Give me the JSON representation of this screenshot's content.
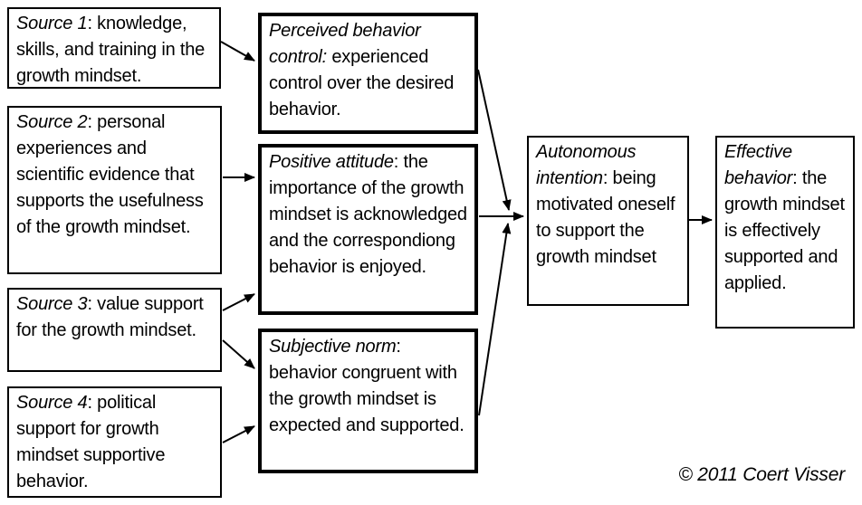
{
  "figure": {
    "boxes": {
      "source1": {
        "lead": "Source 1",
        "rest": ": knowledge, skills, and training in the growth mindset."
      },
      "source2": {
        "lead": "Source 2",
        "rest": ": personal experiences and scientific evidence that supports the usefulness of the growth mindset."
      },
      "source3": {
        "lead": "Source 3",
        "rest": ": value support for the growth mindset."
      },
      "source4": {
        "lead": "Source 4",
        "rest": ": political support for growth mindset supportive behavior."
      },
      "perceived_behavior_control": {
        "lead": "Perceived behavior control:",
        "rest": " experienced control over the desired behavior."
      },
      "positive_attitude": {
        "lead": "Positive attitude",
        "rest": ": the importance of the growth mindset is acknowledged and the correspondiong behavior is enjoyed."
      },
      "subjective_norm": {
        "lead": "Subjective norm",
        "rest": ": behavior congruent with the growth mindset is expected and supported."
      },
      "autonomous_intention": {
        "lead": "Autonomous intention",
        "rest": ": being motivated oneself to support the growth mindset"
      },
      "effective_behavior": {
        "lead": "Effective behavior",
        "rest": ": the growth mindset is effectively supported and applied."
      }
    },
    "copyright": "© 2011 Coert Visser",
    "colors": {
      "ink": "#000000",
      "background": "#ffffff"
    }
  }
}
